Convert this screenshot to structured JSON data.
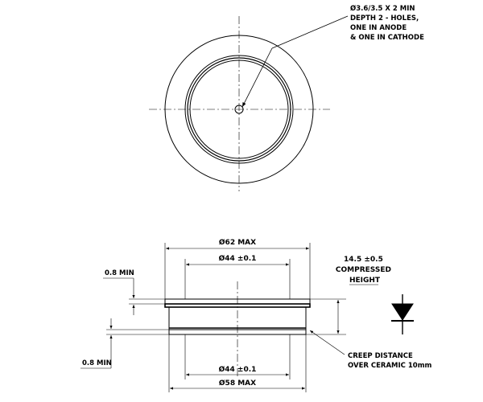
{
  "top_view": {
    "hole_note": [
      "Ø3.6/3.5 X 2 MIN",
      "DEPTH 2 - HOLES,",
      "ONE IN ANODE",
      "& ONE IN CATHODE"
    ]
  },
  "side_view": {
    "dia_62": "Ø62 MAX",
    "dia_44_top": "Ø44 ±0.1",
    "dia_44_bottom": "Ø44 ±0.1",
    "dia_58": "Ø58 MAX",
    "min_top": "0.8 MIN",
    "min_bottom": "0.8 MIN",
    "height_note": [
      "14.5 ±0.5",
      "COMPRESSED",
      "HEIGHT"
    ],
    "creep_note": [
      "CREEP DISTANCE",
      "OVER CERAMIC 10mm"
    ]
  }
}
